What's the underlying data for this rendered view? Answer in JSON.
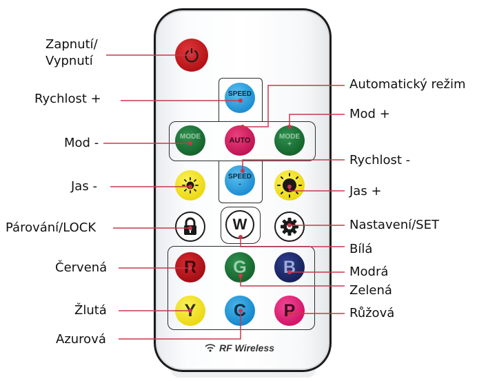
{
  "callouts": {
    "power": "Zapnutí/ Vypnutí",
    "speed_plus": "Rychlost +",
    "mode_minus": "Mod -",
    "brightness_minus": "Jas -",
    "pairing_lock": "Párování/LOCK",
    "red": "Červená",
    "yellow": "Žlutá",
    "cyan": "Azurová",
    "auto_mode": "Automatický režim",
    "mode_plus": "Mod +",
    "speed_minus": "Rychlost -",
    "brightness_plus": "Jas +",
    "settings": "Nastavení/SET",
    "white": "Bílá",
    "blue": "Modrá",
    "green": "Zelená",
    "pink": "Růžová"
  },
  "buttons": {
    "power": {
      "icon": "power-icon",
      "color": "#c2181c"
    },
    "speed_plus": {
      "label": "SPEED\n+",
      "color": "#2d9fdc"
    },
    "mode_minus": {
      "label": "MODE\n-",
      "color": "#1f7a3a"
    },
    "auto": {
      "label": "AUTO",
      "color": "#d11f62"
    },
    "mode_plus": {
      "label": "MODE\n+",
      "color": "#1f7a3a"
    },
    "brightness_minus": {
      "icon": "small-sun-icon",
      "color": "#f3e626"
    },
    "speed_minus": {
      "label": "SPEED\n-",
      "color": "#2d9fdc"
    },
    "brightness_plus": {
      "icon": "large-sun-icon",
      "color": "#f3e626"
    },
    "lock": {
      "icon": "lock-icon",
      "color": "#ffffff"
    },
    "white": {
      "label": "W",
      "color": "#ffffff"
    },
    "settings": {
      "icon": "gear-icon",
      "color": "#ffffff"
    },
    "red": {
      "label": "R",
      "color": "#b3141b"
    },
    "green": {
      "label": "G",
      "color": "#1d7a35"
    },
    "blue": {
      "label": "B",
      "color": "#1c2c6e"
    },
    "yellow": {
      "label": "Y",
      "color": "#f4e31f"
    },
    "cyan": {
      "label": "C",
      "color": "#1f9ad6"
    },
    "pink": {
      "label": "P",
      "color": "#e61d78"
    }
  },
  "brand": {
    "text": "RF Wireless",
    "icon": "wifi-icon"
  },
  "colors": {
    "leader_line": "#c8374a",
    "outline": "#1b1b1b"
  }
}
